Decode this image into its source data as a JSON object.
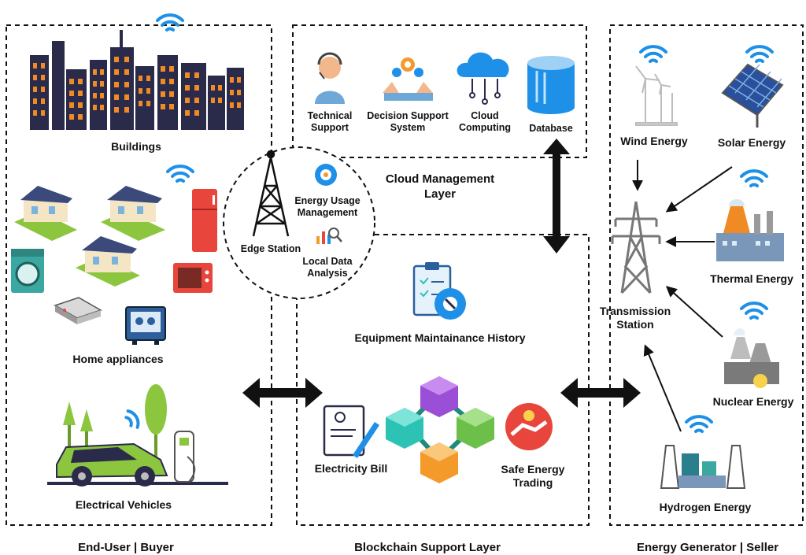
{
  "end_user": {
    "section_title": "End-User | Buyer",
    "buildings": "Buildings",
    "home_appliances": "Home appliances",
    "electrical_vehicles": "Electrical Vehicles"
  },
  "edge": {
    "station": "Edge Station",
    "energy_usage_management": [
      "Energy Usage",
      "Management"
    ],
    "local_data_analysis": [
      "Local Data",
      "Analysis"
    ]
  },
  "cloud": {
    "layer_title": [
      "Cloud Management",
      "Layer"
    ],
    "technical_support": [
      "Technical",
      "Support"
    ],
    "decision_support": [
      "Decision Support",
      "System"
    ],
    "cloud_computing": [
      "Cloud",
      "Computing"
    ],
    "database": "Database"
  },
  "blockchain": {
    "section_title": "Blockchain Support Layer",
    "equipment_history": "Equipment Maintainance History",
    "electricity_bill": "Electricity Bill",
    "safe_trading": [
      "Safe Energy",
      "Trading"
    ]
  },
  "generator": {
    "section_title": "Energy Generator | Seller",
    "wind": "Wind Energy",
    "solar": "Solar Energy",
    "thermal": "Thermal Energy",
    "nuclear": "Nuclear Energy",
    "hydrogen": "Hydrogen Energy",
    "transmission": [
      "Transmission",
      "Station"
    ]
  },
  "colors": {
    "wifi": "#1e90e8",
    "building_dark": "#2a2a4a",
    "window_orange": "#f08a24",
    "ev_green": "#8cc63f",
    "block_purple": "#9b4fd6",
    "block_green": "#6cc04a",
    "block_teal": "#2cc3b5",
    "block_orange": "#f39a2b",
    "tower_gray": "#777777",
    "fridge_red": "#e8453c"
  }
}
